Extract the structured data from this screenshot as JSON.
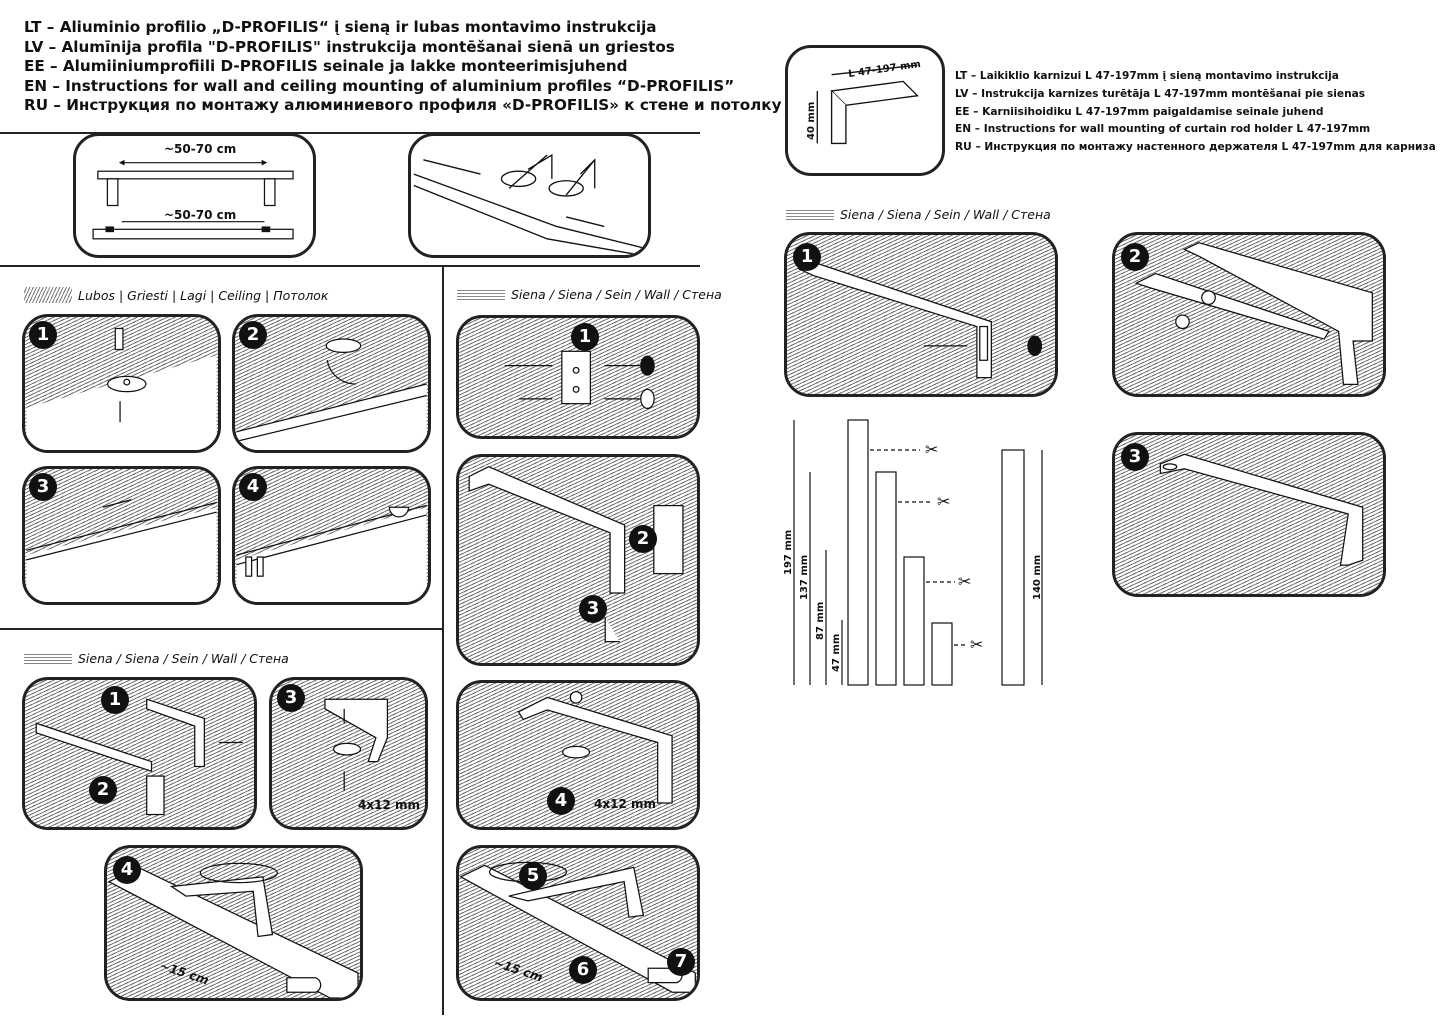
{
  "header": {
    "lines": [
      "LT – Aliuminio profilio „D-PROFILIS“ į sieną ir lubas montavimo instrukcija",
      "LV – Alumīnija profila \"D-PROFILIS\" instrukcija montēšanai sienā un griestos",
      "EE – Alumiiniumprofiili D-PROFILIS seinale ja lakke monteerimisjuhend",
      "EN – Instructions for wall and ceiling mounting of aluminium profiles “D-PROFILIS”",
      "RU – Инструкция по монтажу алюминиевого профиля «D-PROFILIS» к стене и потолку"
    ]
  },
  "holder_header": {
    "lines": [
      "LT – Laikiklio karnizui L 47-197mm  į sieną montavimo instrukcija",
      "LV – Instrukcija karnizes turētāja L 47-197mm montēšanai pie sienas",
      "EE – Karniisihoidiku L 47-197mm paigaldamise seinale juhend",
      "EN – Instructions for wall mounting of curtain rod holder L 47-197mm",
      "RU – Инструкция по монтажу настенного держателя L 47-197mm для карниза"
    ],
    "dim_length": "L 47-197 mm",
    "dim_height": "40 mm"
  },
  "intro": {
    "spacing_top": "~50-70 cm",
    "spacing_bottom": "~50-70 cm"
  },
  "sections": {
    "ceiling": "Lubos | Griesti | Lagi | Ceiling | Потолок",
    "wall_left": "Siena / Siena / Sein / Wall / Стена",
    "wall_middle": "Siena / Siena / Sein / Wall / Стена",
    "wall_right": "Siena / Siena / Sein / Wall / Стена"
  },
  "steps": {
    "c1": "1",
    "c2": "2",
    "c3": "3",
    "c4": "4",
    "w1a": "1",
    "w2a": "2",
    "w3a": "3",
    "w4a": "4",
    "m1": "1",
    "m2": "2",
    "m3": "3",
    "m4": "4",
    "m5": "5",
    "m6": "6",
    "m7": "7",
    "r1": "1",
    "r2": "2",
    "r3": "3"
  },
  "labels": {
    "screw_size_a": "4x12 mm",
    "screw_size_b": "4x12 mm",
    "gap_a": "~15 cm",
    "gap_b": "~15 cm"
  },
  "lengths": {
    "l197": "197 mm",
    "l137": "137 mm",
    "l87": "87 mm",
    "l47": "47 mm",
    "l140": "140 mm"
  }
}
